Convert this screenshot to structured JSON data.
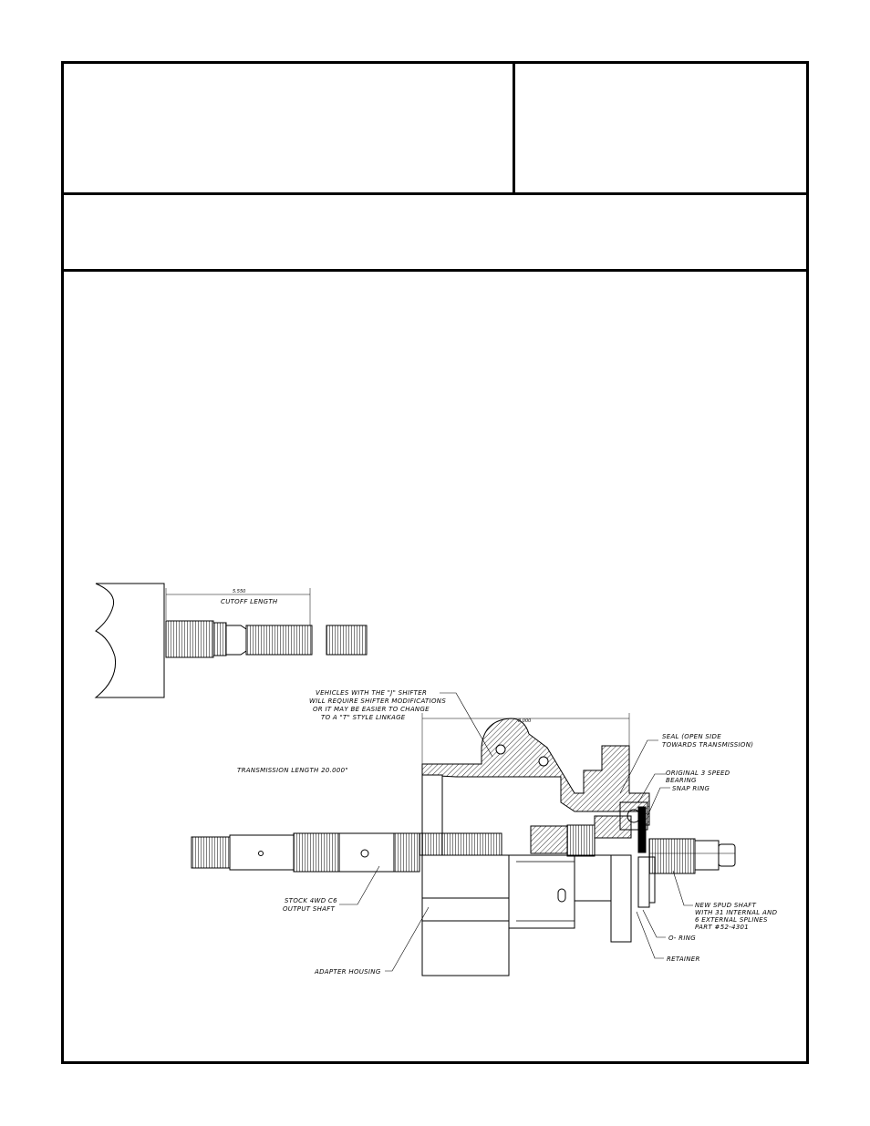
{
  "header": {
    "title_cell": "",
    "info_cell": "",
    "subtitle_row": ""
  },
  "diagram": {
    "cutoff": {
      "dimension": "5.550",
      "label": "CUTOFF LENGTH"
    },
    "overall_dimension": "8.000",
    "transmission_length": "TRANSMISSION LENGTH 20.000\"",
    "shifter_note": [
      "VEHICLES WITH THE \"J\" SHIFTER",
      "WILL REQUIRE SHIFTER MODIFICATIONS",
      "OR IT MAY BE EASIER TO CHANGE",
      "TO A \"T\" STYLE LINKAGE"
    ],
    "callouts": {
      "seal": [
        "SEAL (OPEN SIDE",
        "TOWARDS TRANSMISSION)"
      ],
      "bearing": [
        "ORIGINAL 3 SPEED",
        "BEARING"
      ],
      "snap_ring": "SNAP RING",
      "spud_shaft": [
        "NEW SPUD SHAFT",
        "WITH 31 INTERNAL AND",
        "6 EXTERNAL SPLINES",
        "PART #52-4301"
      ],
      "o_ring": "O- RING",
      "retainer": "RETAINER",
      "output_shaft": [
        "STOCK 4WD C6",
        "OUTPUT SHAFT"
      ],
      "adapter_housing": "ADAPTER HOUSING"
    }
  },
  "colors": {
    "ink": "#000000",
    "paper": "#ffffff"
  }
}
